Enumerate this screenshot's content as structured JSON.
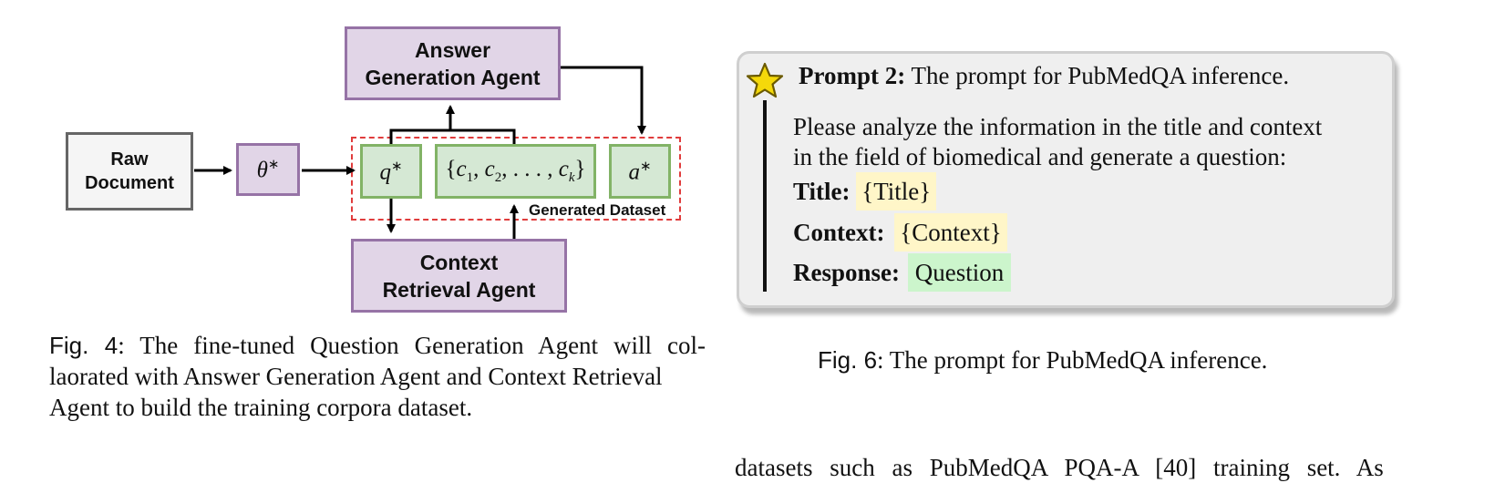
{
  "diagram": {
    "nodes": {
      "raw_document": "Raw\nDocument",
      "theta": "θ*",
      "answer_agent": "Answer\nGeneration Agent",
      "context_agent": "Context\nRetrieval Agent",
      "q": "q*",
      "contexts": "{c1, c2, . . . , ck}",
      "a": "a*"
    },
    "group_label": "Generated Dataset"
  },
  "fig4_caption": {
    "label": "Fig. 4",
    "lines": [
      ": The fine-tuned Question Generation Agent will col-",
      "laorated with Answer Generation Agent and Context Retrieval",
      "Agent to build the training corpora dataset."
    ]
  },
  "prompt": {
    "title_bold": "Prompt 2:",
    "title_rest": " The prompt for PubMedQA inference.",
    "body_lines": [
      "Please analyze the information in the title and context",
      "in the field of biomedical and generate a question:"
    ],
    "fields": [
      {
        "label": "Title:",
        "value": "{Title}"
      },
      {
        "label": "Context:",
        "value": "{Context}"
      },
      {
        "label": "Response:",
        "value": "Question"
      }
    ],
    "star_icon_color": "#f5d90a"
  },
  "fig6_caption": {
    "label": "Fig. 6",
    "text": ": The prompt for PubMedQA inference."
  },
  "cutoff_text": "datasets such as PubMedQA PQA-A [40] training set. As"
}
